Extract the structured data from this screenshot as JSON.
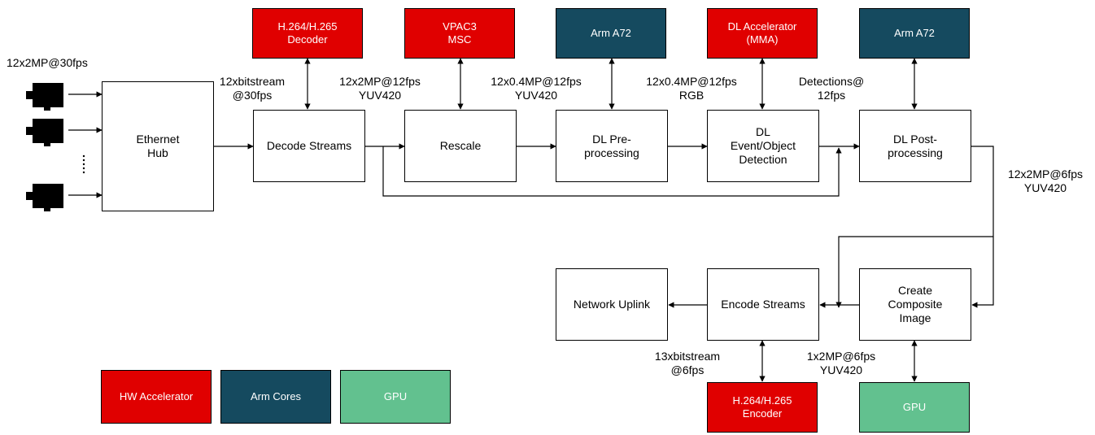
{
  "colors": {
    "hw": "#e00000",
    "arm": "#154a5f",
    "gpu": "#62c18f"
  },
  "camera_icon": "video-camera-icon",
  "labels": {
    "cam_input": "12x2MP@30fps",
    "bitstream_in": "12xbitstream\n@30fps",
    "decoded": "12x2MP@12fps\nYUV420",
    "scaled": "12x0.4MP@12fps\nYUV420",
    "rgb": "12x0.4MP@12fps\nRGB",
    "detections": "Detections@\n12fps",
    "post_out": "12x2MP@6fps\nYUV420",
    "bitstream_out": "13xbitstream\n@6fps",
    "composite": "1x2MP@6fps\nYUV420"
  },
  "nodes": {
    "ethernet_hub": "Ethernet\nHub",
    "decode": "Decode Streams",
    "rescale": "Rescale",
    "dl_pre": "DL Pre-\nprocessing",
    "dl_detect": "DL\nEvent/Object\nDetection",
    "dl_post": "DL Post-\nprocessing",
    "composite": "Create\nComposite\nImage",
    "encode": "Encode Streams",
    "uplink": "Network Uplink"
  },
  "units": {
    "decoder": "H.264/H.265\nDecoder",
    "vpac": "VPAC3\nMSC",
    "arm1": "Arm A72",
    "mma": "DL Accelerator\n(MMA)",
    "arm2": "Arm A72",
    "encoder": "H.264/H.265\nEncoder",
    "gpu": "GPU"
  },
  "legend": {
    "hw": "HW Accelerator",
    "arm": "Arm Cores",
    "gpu": "GPU"
  }
}
